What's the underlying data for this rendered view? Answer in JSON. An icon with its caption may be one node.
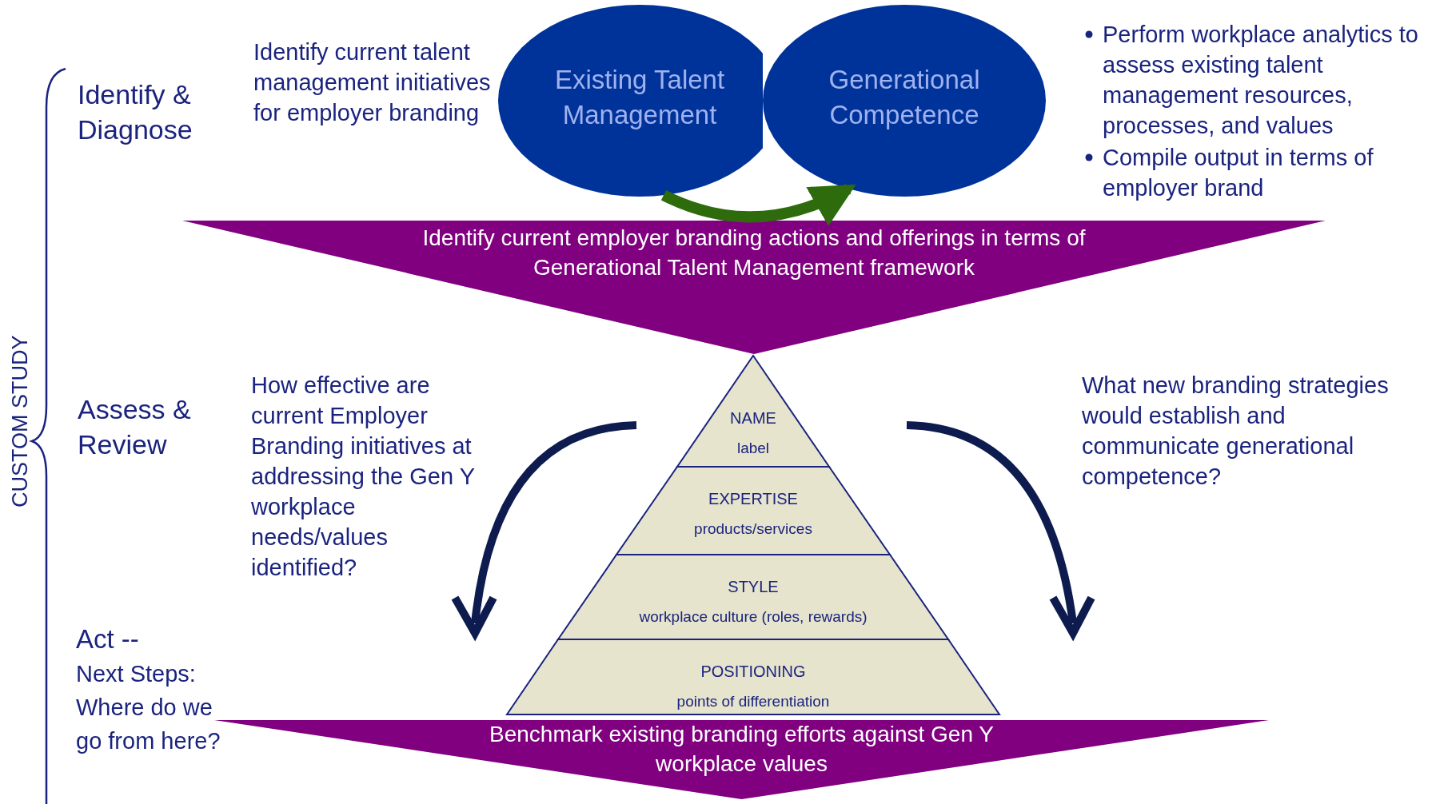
{
  "diagram": {
    "nodes": [
      {
        "text": [
          "Existing Talent Management"
        ]
      },
      {
        "text": [
          "Generational Competence"
        ]
      },
      {
        "text": [
          "Identify current employer branding actions and offerings in terms of Generational Talent Management framework"
        ]
      },
      {
        "text": [
          "NAME",
          "label"
        ]
      },
      {
        "text": [
          "EXPERTISE",
          "products/services"
        ]
      },
      {
        "text": [
          "STYLE",
          "workplace culture (roles, rewards)"
        ]
      },
      {
        "text": [
          "POSITIONING",
          "points of differentiation"
        ]
      },
      {
        "text": [
          "Benchmark existing branding efforts against Gen Y workplace values"
        ]
      }
    ],
    "edges": [
      {
        "from": 0,
        "to": 1,
        "arrow": "to",
        "color": "#2e6b0c"
      }
    ],
    "labels": [
      "Identify & Diagnose",
      "Identify current talent management initiatives for employer branding",
      "Perform workplace analytics to assess existing talent management resources, processes, and values",
      "Compile output in terms of employer brand",
      "CUSTOM STUDY",
      "Assess & Review",
      "How effective are current Employer Branding initiatives at addressing the Gen Y workplace needs/values identified?",
      "What new branding strategies would establish and communicate generational competence?",
      "Act --",
      "Next Steps: Where do we go from here?"
    ]
  }
}
